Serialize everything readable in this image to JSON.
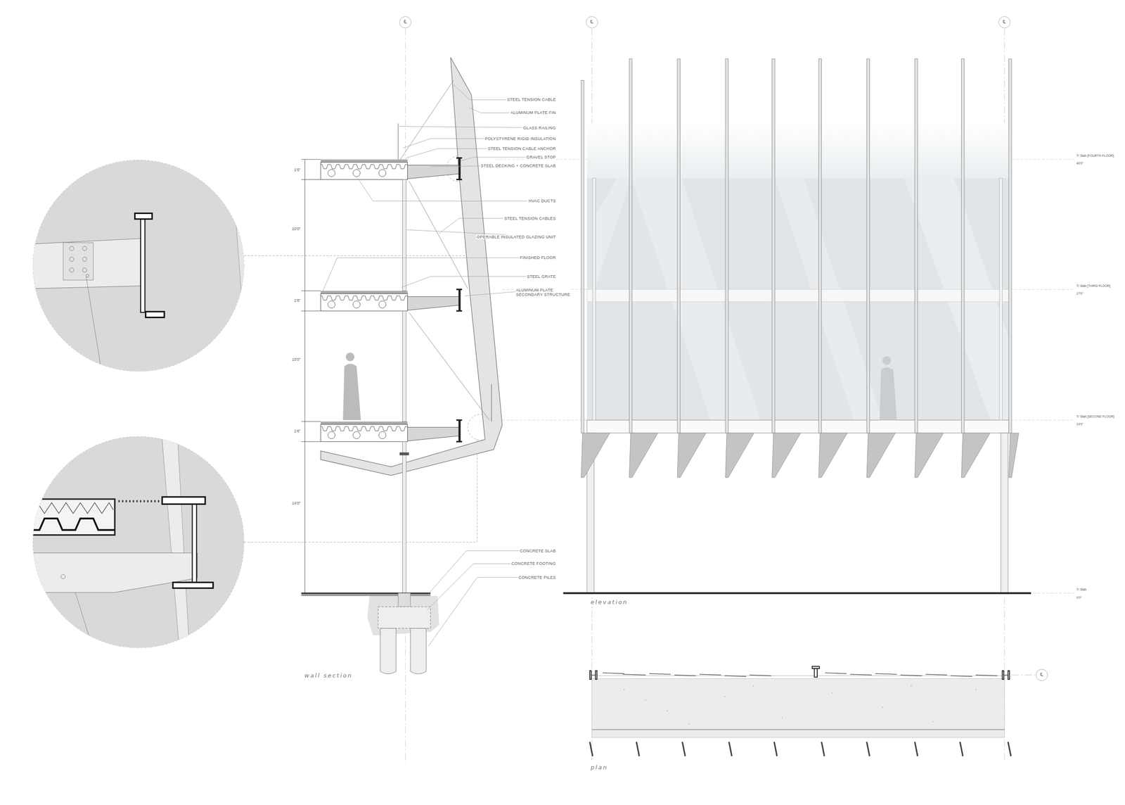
{
  "diagram": {
    "labels": [
      "℄",
      "℄",
      "℄",
      "STEEL TENSION CABLE",
      "ALUMINUM PLATE FIN",
      "GLASS RAILING",
      "POLYSTYRENE RIGID INSULATION",
      "STEEL TENSION CABLE ANCHOR",
      "GRAVEL STOP",
      "STEEL DECKING + CONCRETE SLAB",
      "HVAC DUCTS",
      "STEEL TENSION CABLES",
      "OPERABLE INSULATED GLAZING UNIT",
      "FINISHED FLOOR",
      "STEEL GRATE",
      "ALUMINUM PLATE SECONDARY STRUCTURE",
      "CONCRETE SLAB",
      "CONCRETE FOOTING",
      "CONCRETE PILES",
      "1'6\"",
      "10'0\"",
      "1'6\"",
      "10'0\"",
      "1'6\"",
      "14'0\"",
      "T/ Slab [FOURTH FLOOR]",
      "40'0\"",
      "T/ Slab [THIRD FLOOR]",
      "27'0\"",
      "T/ Slab [SECOND FLOOR]",
      "14'0\"",
      "T/ Slab",
      "0'0\"",
      "wall section",
      "elevation",
      "plan",
      "℄"
    ]
  }
}
